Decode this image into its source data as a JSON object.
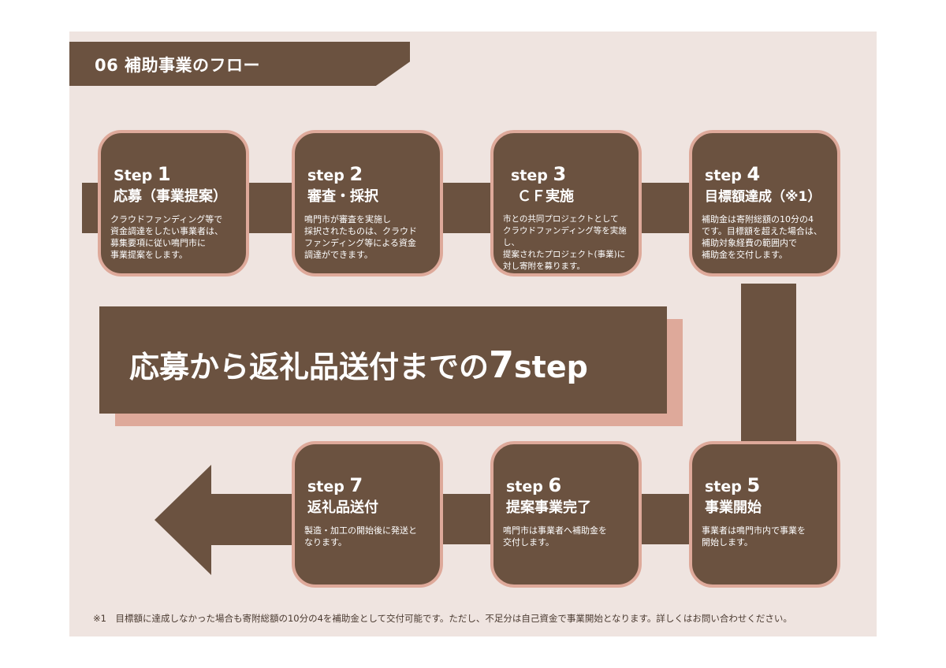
{
  "header": {
    "title": "06 補助事業のフロー"
  },
  "banner": {
    "text_before": "応募から返礼品送付までの",
    "text_big": "7",
    "text_after": "step"
  },
  "steps": [
    {
      "label": "Step",
      "number": "1",
      "title": "応募（事業提案）",
      "desc": "クラウドファンディング等で\n資金調達をしたい事業者は、\n募集要項に従い鳴門市に\n事業提案をします。"
    },
    {
      "label": "step",
      "number": "2",
      "title": "審査・採択",
      "desc": "鳴門市が審査を実施し\n採択されたものは、クラウド\nファンディング等による資金\n調達ができます。"
    },
    {
      "label": "step",
      "number": "3",
      "title": "ＣＦ実施",
      "desc": "市との共同プロジェクトとして\nクラウドファンディング等を実施し、\n提案されたプロジェクト(事業)に\n対し寄附を募ります。"
    },
    {
      "label": "step",
      "number": "4",
      "title": "目標額達成（※1）",
      "desc": "補助金は寄附総額の10分の4\nです。目標額を超えた場合は、\n補助対象経費の範囲内で\n補助金を交付します。"
    },
    {
      "label": "step",
      "number": "5",
      "title": "事業開始",
      "desc": "事業者は鳴門市内で事業を\n開始します。"
    },
    {
      "label": "step",
      "number": "6",
      "title": "提案事業完了",
      "desc": "鳴門市は事業者へ補助金を\n交付します。"
    },
    {
      "label": "step",
      "number": "7",
      "title": "返礼品送付",
      "desc": "製造・加工の開始後に発送と\nなります。"
    }
  ],
  "footnote": "※1　目標額に達成しなかった場合も寄附総額の10分の4を補助金として交付可能です。ただし、不足分は自己資金で事業開始となります。詳しくはお問い合わせください。",
  "colors": {
    "brown": "#6b5240",
    "pink": "#dea99a",
    "panel": "#efe4e0"
  }
}
